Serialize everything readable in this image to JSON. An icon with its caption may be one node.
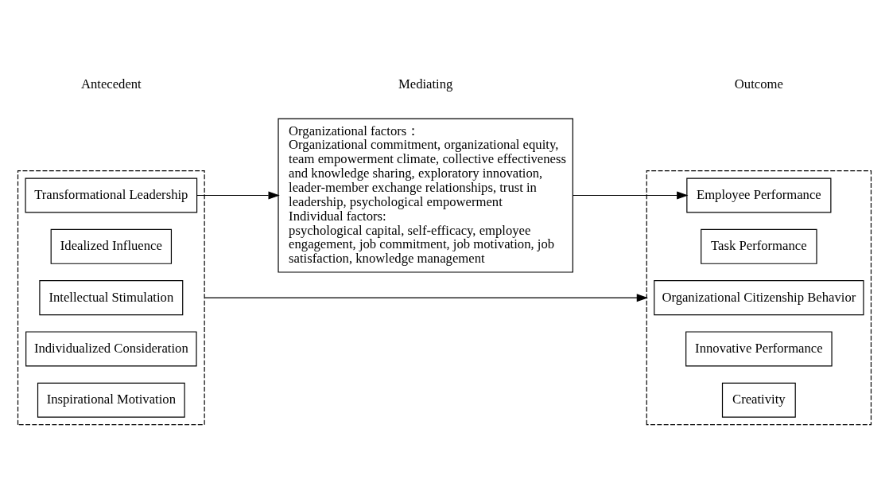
{
  "diagram": {
    "nodes": [
      {
        "text": [],
        "shape": "box"
      },
      {
        "text": [
          "Transformational Leadership"
        ],
        "in": 0
      },
      {
        "text": [
          "Idealized Influence"
        ],
        "in": 0
      },
      {
        "text": [
          "Intellectual Stimulation"
        ],
        "in": 0
      },
      {
        "text": [
          "Individualized Consideration"
        ],
        "in": 0
      },
      {
        "text": [
          "Inspirational Motivation"
        ],
        "in": 0
      },
      {
        "text": [
          "Organizational factors：",
          "Organizational commitment, organizational equity, team empowerment climate, collective effectiveness and knowledge sharing, exploratory innovation, leader-member exchange relationships, trust in leadership, psychological empowerment",
          "Individual factors:",
          "psychological capital, self-efficacy, employee engagement, job commitment, job motivation, job satisfaction, knowledge management"
        ]
      },
      {
        "text": [],
        "shape": "box"
      },
      {
        "text": [
          "Employee Performance"
        ],
        "in": 7
      },
      {
        "text": [
          "Task Performance"
        ],
        "in": 7
      },
      {
        "text": [
          "Organizational Citizenship Behavior"
        ],
        "in": 7
      },
      {
        "text": [
          "Innovative Performance"
        ],
        "in": 7
      },
      {
        "text": [
          "Creativity"
        ],
        "in": 7
      }
    ],
    "edges": [
      {
        "from": 1,
        "to": 6,
        "arrow": "to"
      },
      {
        "from": 6,
        "to": 8,
        "arrow": "to"
      },
      {
        "from": 0,
        "to": 7,
        "arrow": "to"
      }
    ],
    "labels": [
      "Antecedent",
      "Mediating",
      "Outcome"
    ]
  }
}
